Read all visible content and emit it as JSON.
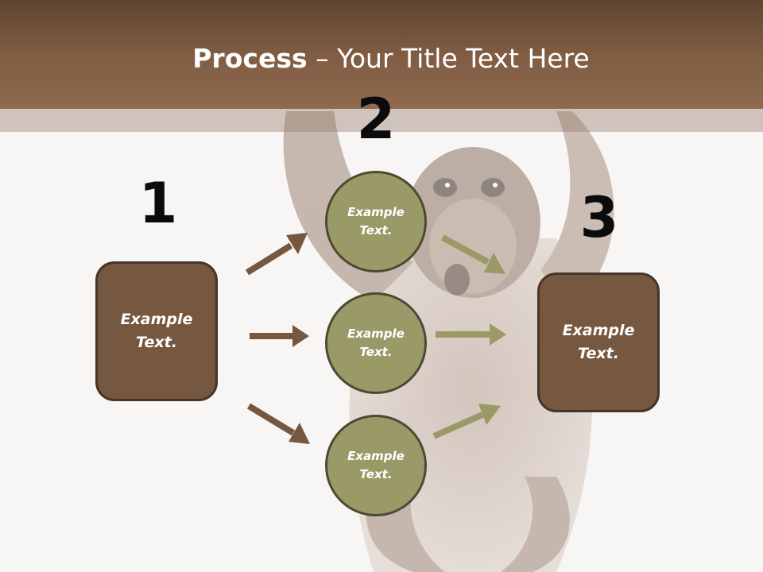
{
  "slide": {
    "title_bold": "Process",
    "title_rest": " – Your Title Text Here"
  },
  "steps": [
    {
      "number": "1",
      "text_line1": "Example",
      "text_line2": "Text."
    },
    {
      "number": "2"
    },
    {
      "number": "3",
      "text_line1": "Example",
      "text_line2": "Text."
    }
  ],
  "circles": [
    {
      "text_line1": "Example",
      "text_line2": "Text."
    },
    {
      "text_line1": "Example",
      "text_line2": "Text."
    },
    {
      "text_line1": "Example",
      "text_line2": "Text."
    }
  ],
  "colors": {
    "header": "#7f5c42",
    "box_fill": "#765740",
    "box_border": "#463528",
    "circle_fill": "#9a9a68",
    "circle_border": "#4c4a33",
    "arrow_brown": "#765740",
    "arrow_olive": "#9a9a68"
  }
}
